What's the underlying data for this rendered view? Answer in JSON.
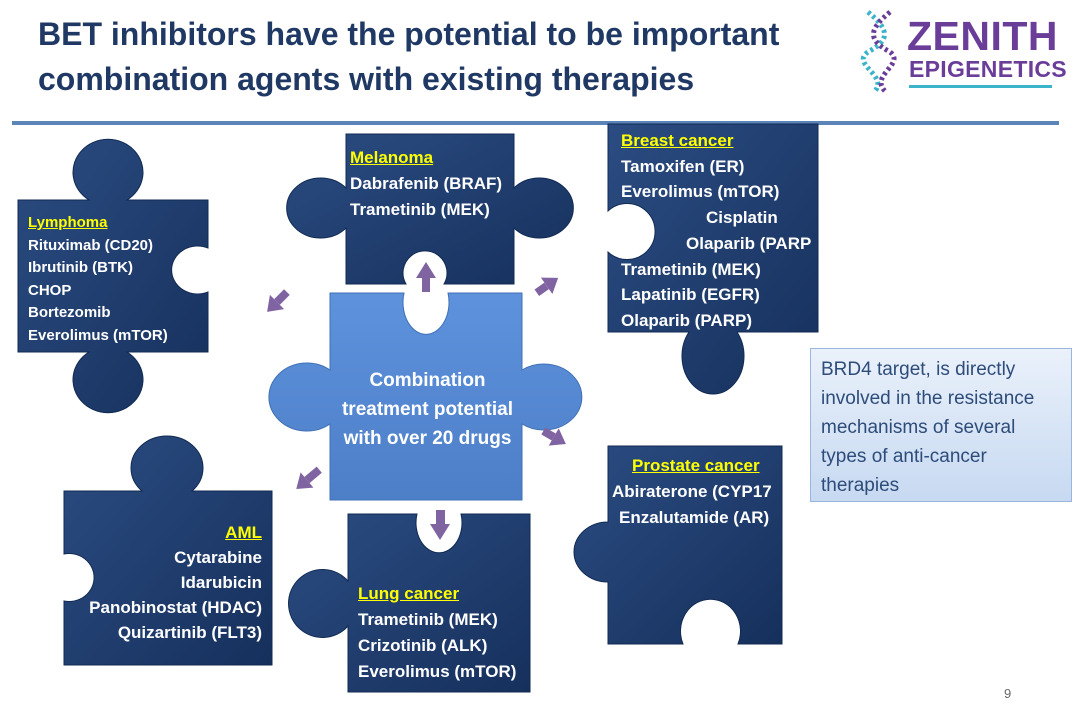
{
  "title": {
    "line1": "BET inhibitors have the potential to be important",
    "line2": "combination agents with existing therapies"
  },
  "logo": {
    "word1": "ZENITH",
    "word2": "EPIGENETICS",
    "icon": "dna-helix-icon"
  },
  "colors": {
    "title": "#1f3864",
    "piece_dark": "#1e3c6e",
    "piece_center": "#5b8fd6",
    "arrow": "#8064a2",
    "heading": "#ffff00",
    "logo_purple": "#6a3d99",
    "logo_teal": "#3bb3c8"
  },
  "center": {
    "text": "Combination treatment potential with over 20 drugs"
  },
  "pieces": {
    "lymphoma": {
      "heading": "Lymphoma",
      "drugs": [
        "Rituximab (CD20)",
        "Ibrutinib (BTK)",
        "CHOP",
        "Bortezomib",
        "Everolimus (mTOR)"
      ]
    },
    "melanoma": {
      "heading": "Melanoma",
      "drugs": [
        "Dabrafenib (BRAF)",
        "Trametinib (MEK)"
      ]
    },
    "breast": {
      "heading": "Breast cancer",
      "drugs": [
        "Tamoxifen (ER)",
        "Everolimus (mTOR)",
        "Cisplatin",
        "Olaparib (PARP",
        "Trametinib (MEK)",
        "Lapatinib (EGFR)",
        "Olaparib (PARP)"
      ]
    },
    "aml": {
      "heading": "AML",
      "drugs": [
        "Cytarabine",
        "Idarubicin",
        "Panobinostat (HDAC)",
        "Quizartinib (FLT3)"
      ]
    },
    "lung": {
      "heading": "Lung cancer",
      "drugs": [
        "Trametinib (MEK)",
        "Crizotinib (ALK)",
        "Everolimus (mTOR)"
      ]
    },
    "prostate": {
      "heading": "Prostate cancer",
      "drugs": [
        "Abiraterone (CYP17",
        "Enzalutamide (AR)"
      ]
    }
  },
  "callout": {
    "text": "BRD4 target, is directly involved in the resistance mechanisms of several types of anti-cancer therapies"
  },
  "page_number": "9"
}
